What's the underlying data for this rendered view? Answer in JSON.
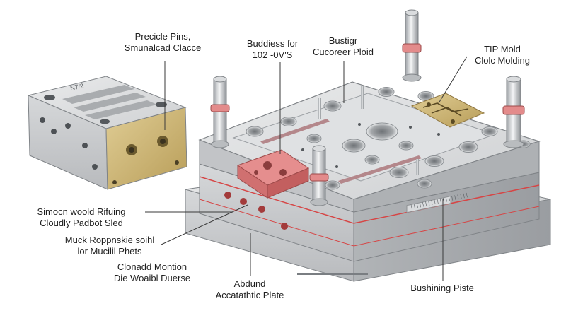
{
  "callouts": {
    "precicle_pins": [
      "Precicle Pins,",
      "Smunalcad Clacce"
    ],
    "buddess": [
      "Buddiess for",
      "102 -0V'S"
    ],
    "bustigr": [
      "Bustigr",
      "Cucoreer Ploid"
    ],
    "tip_mold": [
      "TIP Mold",
      "Clolc Molding"
    ],
    "simocn": [
      "Simocn woold Rifuing",
      "Cloudly Padbot Sled"
    ],
    "muck": [
      "Muck Roppnskie soihl",
      "lor Mucilil Phets"
    ],
    "clonadd": [
      "Clonadd Montion",
      "Die Woaibl Duerse"
    ],
    "abdund": [
      "Abdund",
      "Accatathtic Plate"
    ],
    "bushining": [
      "Bushining Piste"
    ]
  },
  "engravings": {
    "block_marking": "N7/2",
    "plate_marking": "||||||||||||||||||||"
  },
  "colors": {
    "steel": "#c9cbcd",
    "steel_dark": "#8e9194",
    "brass": "#cdb77c",
    "red_accent": "#e88b8b",
    "leader_red": "#d64545"
  }
}
